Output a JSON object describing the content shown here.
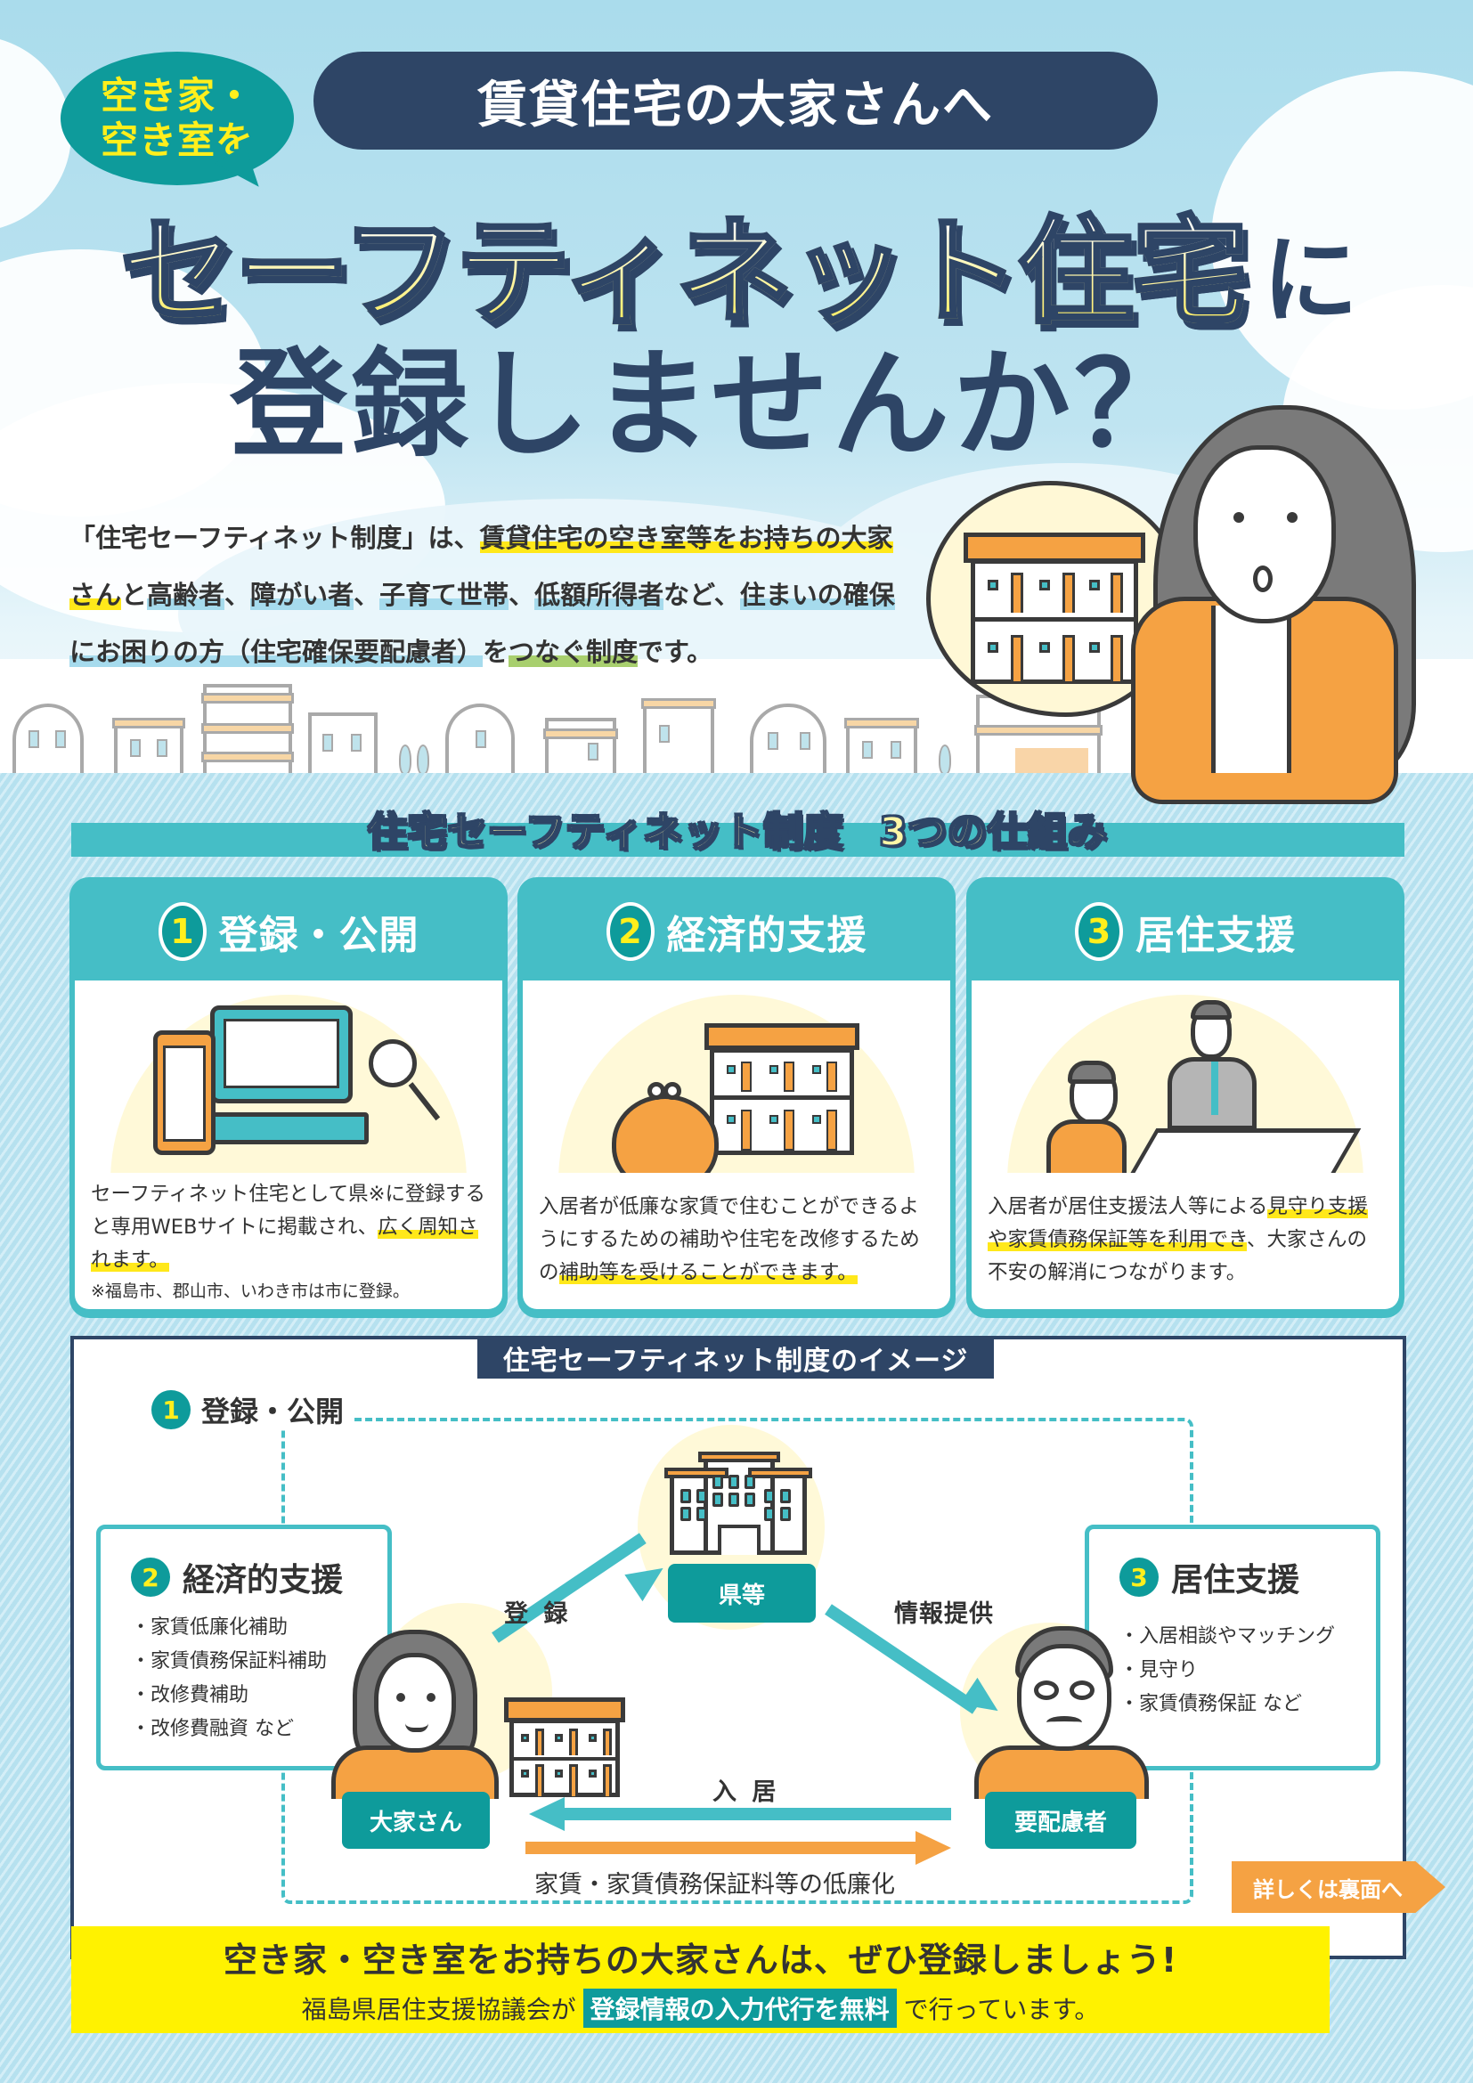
{
  "header": {
    "bubble_lines": [
      "空き家・",
      "空き室を"
    ],
    "pill_text": "賃貸住宅の大家さんへ",
    "headline_main": "セーフティネット住宅",
    "headline_particle": "に",
    "headline_second": "登録しませんか？"
  },
  "intro": {
    "segments": [
      {
        "text": "「住宅セーフティネット制度」は、",
        "highlight": "none"
      },
      {
        "text": "賃貸住宅の空き室等をお持ちの大家さん",
        "highlight": "yellow"
      },
      {
        "text": "と",
        "highlight": "none"
      },
      {
        "text": "高齢者",
        "highlight": "blue"
      },
      {
        "text": "、",
        "highlight": "none"
      },
      {
        "text": "障がい者",
        "highlight": "blue"
      },
      {
        "text": "、",
        "highlight": "none"
      },
      {
        "text": "子育て世帯",
        "highlight": "blue"
      },
      {
        "text": "、",
        "highlight": "none"
      },
      {
        "text": "低額所得者",
        "highlight": "blue"
      },
      {
        "text": "など、",
        "highlight": "none"
      },
      {
        "text": "住まいの確保にお困りの方（住宅確保要配慮者）",
        "highlight": "blue"
      },
      {
        "text": "を",
        "highlight": "none"
      },
      {
        "text": "つなぐ制度",
        "highlight": "green"
      },
      {
        "text": "です。",
        "highlight": "none"
      }
    ]
  },
  "section": {
    "title_part1": "住宅セーフティネット制度",
    "title_part2": "3つの仕組み"
  },
  "cards": [
    {
      "number": "1",
      "title": "登録・公開",
      "illustration": "devices-search-icon",
      "text_plain": "セーフティネット住宅として県※に登録すると専用WEBサイトに掲載され、",
      "text_highlight": "広く周知されます。",
      "note": "※福島市、郡山市、いわき市は市に登録。"
    },
    {
      "number": "2",
      "title": "経済的支援",
      "illustration": "purse-apartment-icon",
      "text_plain": "入居者が低廉な家賃で住むことができるようにするための補助や住宅を改修するための",
      "text_highlight": "補助等を受けることができます。",
      "note": ""
    },
    {
      "number": "3",
      "title": "居住支援",
      "illustration": "consultation-icon",
      "text_pre": "入居者が居住支援法人等による",
      "text_highlight": "見守り支援や家賃債務保証等を利用でき",
      "text_post": "、大家さんの不安の解消につながります。"
    }
  ],
  "diagram": {
    "title": "住宅セーフティネット制度のイメージ",
    "registration_label_number": "1",
    "registration_label": "登録・公開",
    "economic_box": {
      "number": "2",
      "title": "経済的支援",
      "items": [
        "・家賃低廉化補助",
        "・家賃債務保証料補助",
        "・改修費補助",
        "・改修費融資 など"
      ]
    },
    "residential_box": {
      "number": "3",
      "title": "居住支援",
      "items": [
        "・入居相談やマッチング",
        "・見守り",
        "・家賃債務保証 など"
      ]
    },
    "nodes": {
      "prefecture": "県等",
      "landlord": "大家さん",
      "tenant": "要配慮者"
    },
    "arrows": {
      "register": "登 録",
      "info": "情報提供",
      "move_in": "入 居",
      "reduction": "家賃・家賃債務保証料等の低廉化"
    },
    "more_link": "詳しくは裏面へ"
  },
  "cta": {
    "main": "空き家・空き室をお持ちの大家さんは、ぜひ登録しましょう!",
    "sub_pre": "福島県居住支援協議会が",
    "sub_highlight": "登録情報の入力代行を無料",
    "sub_post": "で行っています。"
  },
  "colors": {
    "navy": "#2e4566",
    "teal": "#0e9b9b",
    "turquoise": "#45bec6",
    "yellow": "#fff200",
    "orange": "#f5a243",
    "sky": "#aadcec"
  }
}
